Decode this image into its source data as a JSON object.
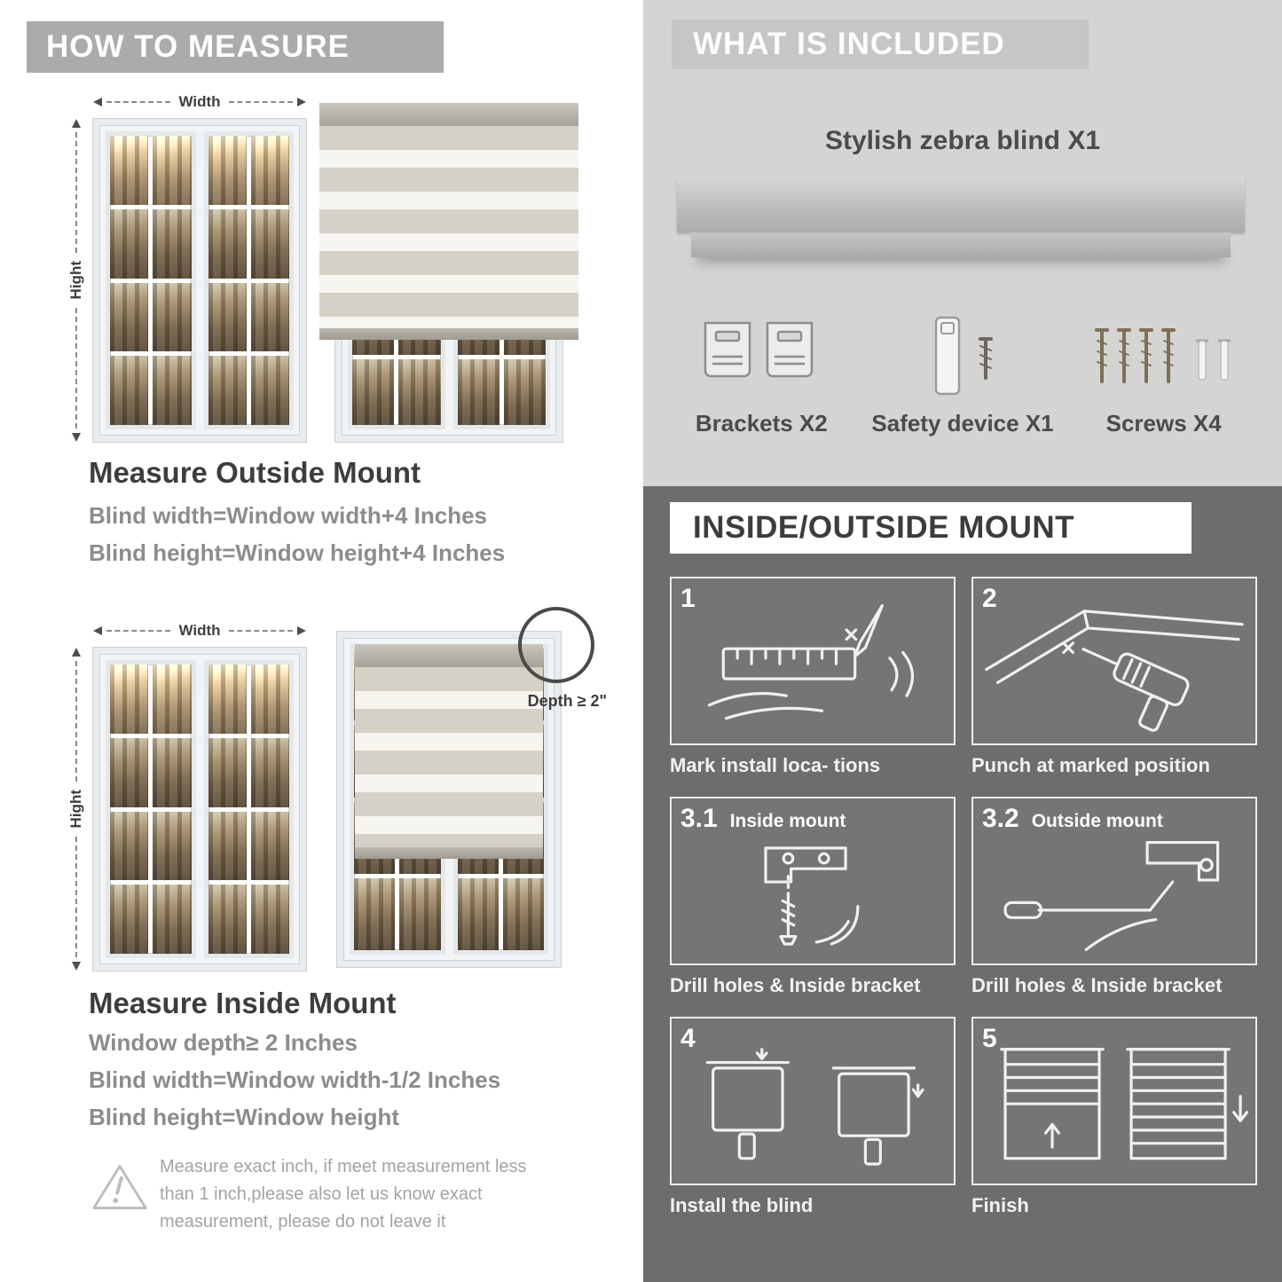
{
  "left": {
    "banner": "HOW TO MEASURE",
    "outside": {
      "width_label": "Width",
      "height_label": "Hight",
      "heading": "Measure Outside Mount",
      "line1": "Blind width=Window width+4 Inches",
      "line2": "Blind height=Window height+4 Inches"
    },
    "inside": {
      "width_label": "Width",
      "height_label": "Hight",
      "depth_label": "Depth ≥ 2\"",
      "heading": "Measure Inside Mount",
      "line1": "Window depth≥ 2 Inches",
      "line2": "Blind width=Window width-1/2 Inches",
      "line3": "Blind height=Window height"
    },
    "note": "Measure exact inch, if meet measurement less than 1 inch,please also let us know exact measurement, please do not leave it"
  },
  "included": {
    "banner": "WHAT IS INCLUDED",
    "product_title": "Stylish zebra blind X1",
    "items": [
      {
        "label": "Brackets X2"
      },
      {
        "label": "Safety device X1"
      },
      {
        "label": "Screws X4"
      }
    ]
  },
  "mount": {
    "title": "INSIDE/OUTSIDE MOUNT",
    "steps": [
      {
        "num": "1",
        "caption": "Mark install loca- tions"
      },
      {
        "num": "2",
        "caption": "Punch at  marked position"
      },
      {
        "num": "3.1",
        "inner_label": "Inside mount",
        "caption": "Drill holes &  Inside bracket"
      },
      {
        "num": "3.2",
        "inner_label": "Outside mount",
        "caption": "Drill holes &  Inside bracket"
      },
      {
        "num": "4",
        "caption": "Install the blind"
      },
      {
        "num": "5",
        "caption": "Finish"
      }
    ]
  },
  "colors": {
    "banner_gray": "#ababab",
    "panel_light": "#d4d4d3",
    "panel_dark": "#6d6d6d",
    "heading_dark": "#3d3d3d",
    "text_gray": "#8c8c8c"
  }
}
